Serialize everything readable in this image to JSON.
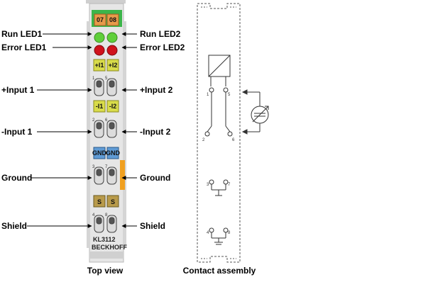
{
  "terminal": {
    "channels": [
      "07",
      "08"
    ],
    "model": "KL3112",
    "brand": "BECKHOFF",
    "slots": [
      {
        "left": "+I1",
        "right": "+I2",
        "color": "#d9dc4a"
      },
      {
        "left": "-I1",
        "right": "-I2",
        "color": "#d9dc4a"
      },
      {
        "left": "GND",
        "right": "GND",
        "color": "#5f9bd5"
      },
      {
        "left": "S",
        "right": "S",
        "color": "#b89a4a"
      }
    ]
  },
  "labels_left": [
    "Run LED1",
    "Error LED1",
    "+Input 1",
    "-Input 1",
    "Ground",
    "Shield"
  ],
  "labels_right": [
    "Run LED2",
    "Error LED2",
    "+Input 2",
    "-Input 2",
    "Ground",
    "Shield"
  ],
  "pins": [
    "1",
    "5",
    "2",
    "6",
    "3",
    "7",
    "4",
    "8"
  ],
  "captions": {
    "left": "Top view",
    "right": "Contact assembly"
  },
  "colors": {
    "run_led": "#5fcf3a",
    "error_led": "#d0121c",
    "header": "#3cb54a",
    "body": "#e4e4e4"
  }
}
